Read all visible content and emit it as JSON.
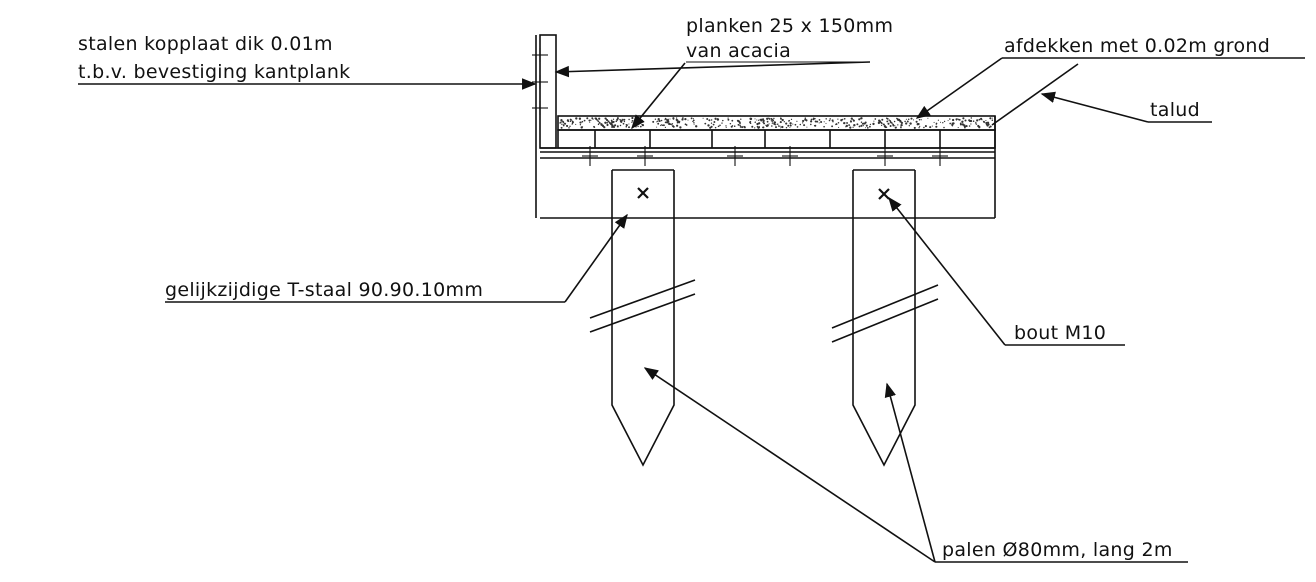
{
  "labels": {
    "kopplaat_line1": "stalen kopplaat dik 0.01m",
    "kopplaat_line2": "t.b.v. bevestiging kantplank",
    "planken_line1": "planken 25 x 150mm",
    "planken_line2": "van acacia",
    "afdekken": "afdekken met 0.02m grond",
    "talud": "talud",
    "tstaal": "gelijkzijdige T-staal 90.90.10mm",
    "bout": "bout M10",
    "palen": "palen Ø80mm, lang 2m"
  }
}
